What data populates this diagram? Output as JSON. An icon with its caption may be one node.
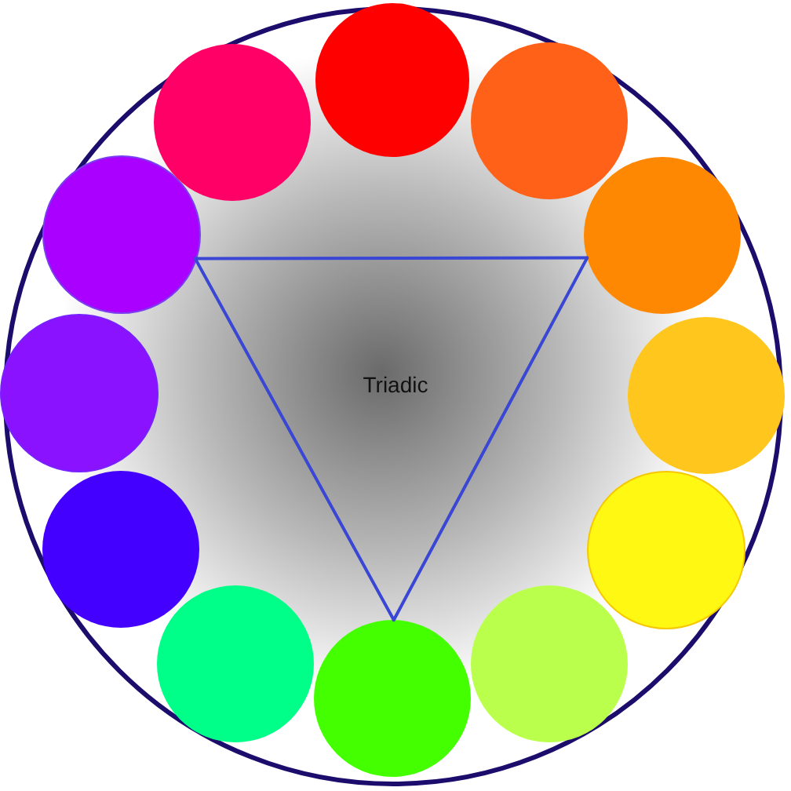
{
  "diagram": {
    "nodes": [
      {
        "text": [
          "Triadic"
        ]
      },
      {
        "text": [],
        "shape": "circle",
        "in": 0
      },
      {
        "text": [],
        "shape": "circle",
        "in": 0
      },
      {
        "text": [],
        "shape": "circle",
        "in": 0
      },
      {
        "text": [],
        "shape": "circle",
        "in": 0
      },
      {
        "text": [],
        "shape": "circle",
        "in": 0
      },
      {
        "text": [],
        "shape": "circle",
        "in": 0
      },
      {
        "text": [],
        "shape": "circle",
        "in": 0
      },
      {
        "text": [],
        "shape": "circle",
        "in": 0
      },
      {
        "text": [],
        "shape": "circle",
        "in": 0
      },
      {
        "text": [],
        "shape": "circle",
        "in": 0
      },
      {
        "text": [],
        "shape": "circle",
        "in": 0
      },
      {
        "text": [],
        "shape": "circle",
        "in": 0
      }
    ],
    "edges": [
      {
        "from": 11,
        "to": 3,
        "arrow": "none"
      },
      {
        "from": 3,
        "to": 7,
        "arrow": "none"
      },
      {
        "from": 7,
        "to": 11,
        "arrow": "none"
      }
    ]
  }
}
